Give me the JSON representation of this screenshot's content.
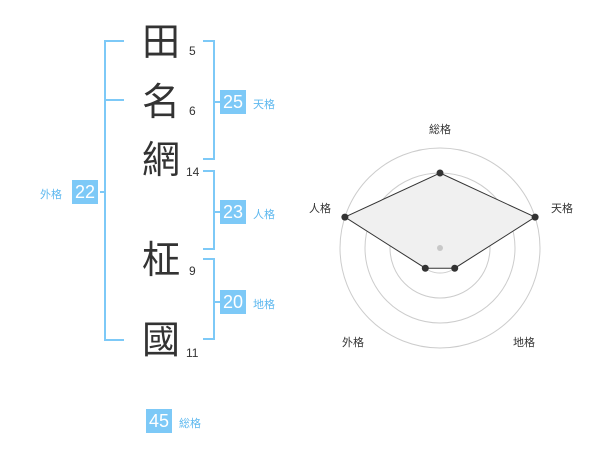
{
  "chars": [
    {
      "kanji": "田",
      "strokes": "5"
    },
    {
      "kanji": "名",
      "strokes": "6"
    },
    {
      "kanji": "網",
      "strokes": "14"
    },
    {
      "kanji": "柾",
      "strokes": "9"
    },
    {
      "kanji": "國",
      "strokes": "11"
    }
  ],
  "fortunes": {
    "tenkaku": {
      "value": "25",
      "label": "天格"
    },
    "jinkaku": {
      "value": "23",
      "label": "人格"
    },
    "chikaku": {
      "value": "20",
      "label": "地格"
    },
    "gaikaku": {
      "value": "22",
      "label": "外格"
    },
    "soukaku": {
      "value": "45",
      "label": "総格"
    }
  },
  "chart_data": {
    "type": "radar",
    "axes": [
      "総格",
      "天格",
      "地格",
      "外格",
      "人格"
    ],
    "rings": 4,
    "values": [
      3,
      4,
      1,
      1,
      4
    ],
    "max": 4
  },
  "colors": {
    "accent": "#7dc9f7",
    "accent_text": "#5db8ef",
    "line": "#333333",
    "grid": "#cccccc",
    "fill": "#f0f0f0"
  }
}
